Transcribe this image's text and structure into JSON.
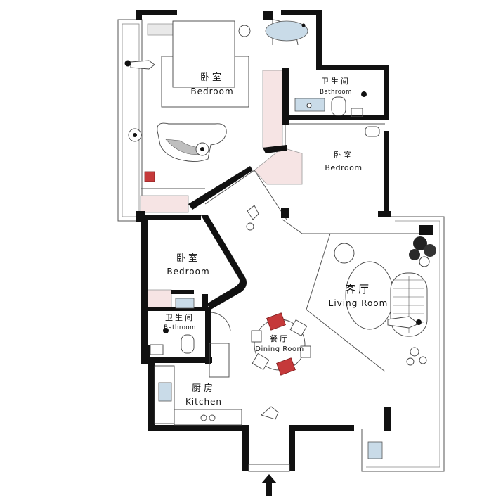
{
  "rooms": {
    "master_bedroom": {
      "zh": "卧室",
      "en": "Bedroom"
    },
    "bathroom_top": {
      "zh": "卫生间",
      "en": "Bathroom"
    },
    "bedroom_right": {
      "zh": "卧室",
      "en": "Bedroom"
    },
    "bedroom_left": {
      "zh": "卧室",
      "en": "Bedroom"
    },
    "bathroom_left": {
      "zh": "卫生间",
      "en": "Bathroom"
    },
    "living_room": {
      "zh": "客厅",
      "en": "Living Room"
    },
    "dining_room": {
      "zh": "餐厅",
      "en": "Dining Room"
    },
    "kitchen": {
      "zh": "厨房",
      "en": "Kitchen"
    }
  },
  "colors": {
    "wall": "#111111",
    "accent_red": "#c5393a",
    "tile_blue": "#c9dbe8",
    "floor_pink": "#f6e4e4"
  },
  "icons": [
    "entrance-arrow-icon",
    "person-icon",
    "plant-icon",
    "toilet-icon",
    "bathtub-icon",
    "sink-icon",
    "stove-icon"
  ]
}
